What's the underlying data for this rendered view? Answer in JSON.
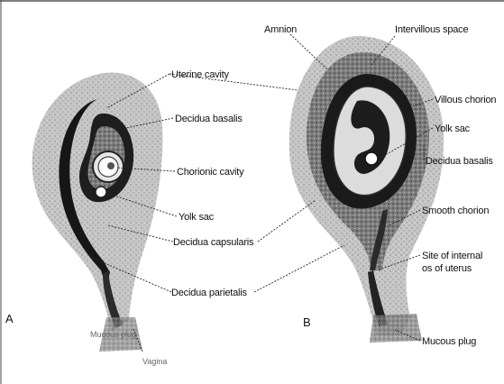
{
  "panels": {
    "a": "A",
    "b": "B"
  },
  "labels": {
    "uterine_cavity": "Uterine cavity",
    "decidua_basalis_a": "Decidua basalis",
    "chorionic_cavity": "Chorionic cavity",
    "yolk_sac_a": "Yolk sac",
    "decidua_capsularis": "Decidua capsularis",
    "decidua_parietalis": "Decidua parietalis",
    "mucous_plug_a": "Mucous plug",
    "vagina": "Vagina",
    "amnion": "Amnion",
    "intervillous_space": "Intervillous space",
    "villous_chorion": "Villous chorion",
    "yolk_sac_b": "Yolk sac",
    "decidua_basalis_b": "Decidua basalis",
    "smooth_chorion": "Smooth chorion",
    "internal_os_1": "Site of internal",
    "internal_os_2": "os of uterus",
    "mucous_plug_b": "Mucous plug"
  },
  "colors": {
    "uterine_wall": "#b9b9b9",
    "decidua": "#1b1b1b",
    "chorion": "#707070",
    "cavity": "#ffffff"
  }
}
